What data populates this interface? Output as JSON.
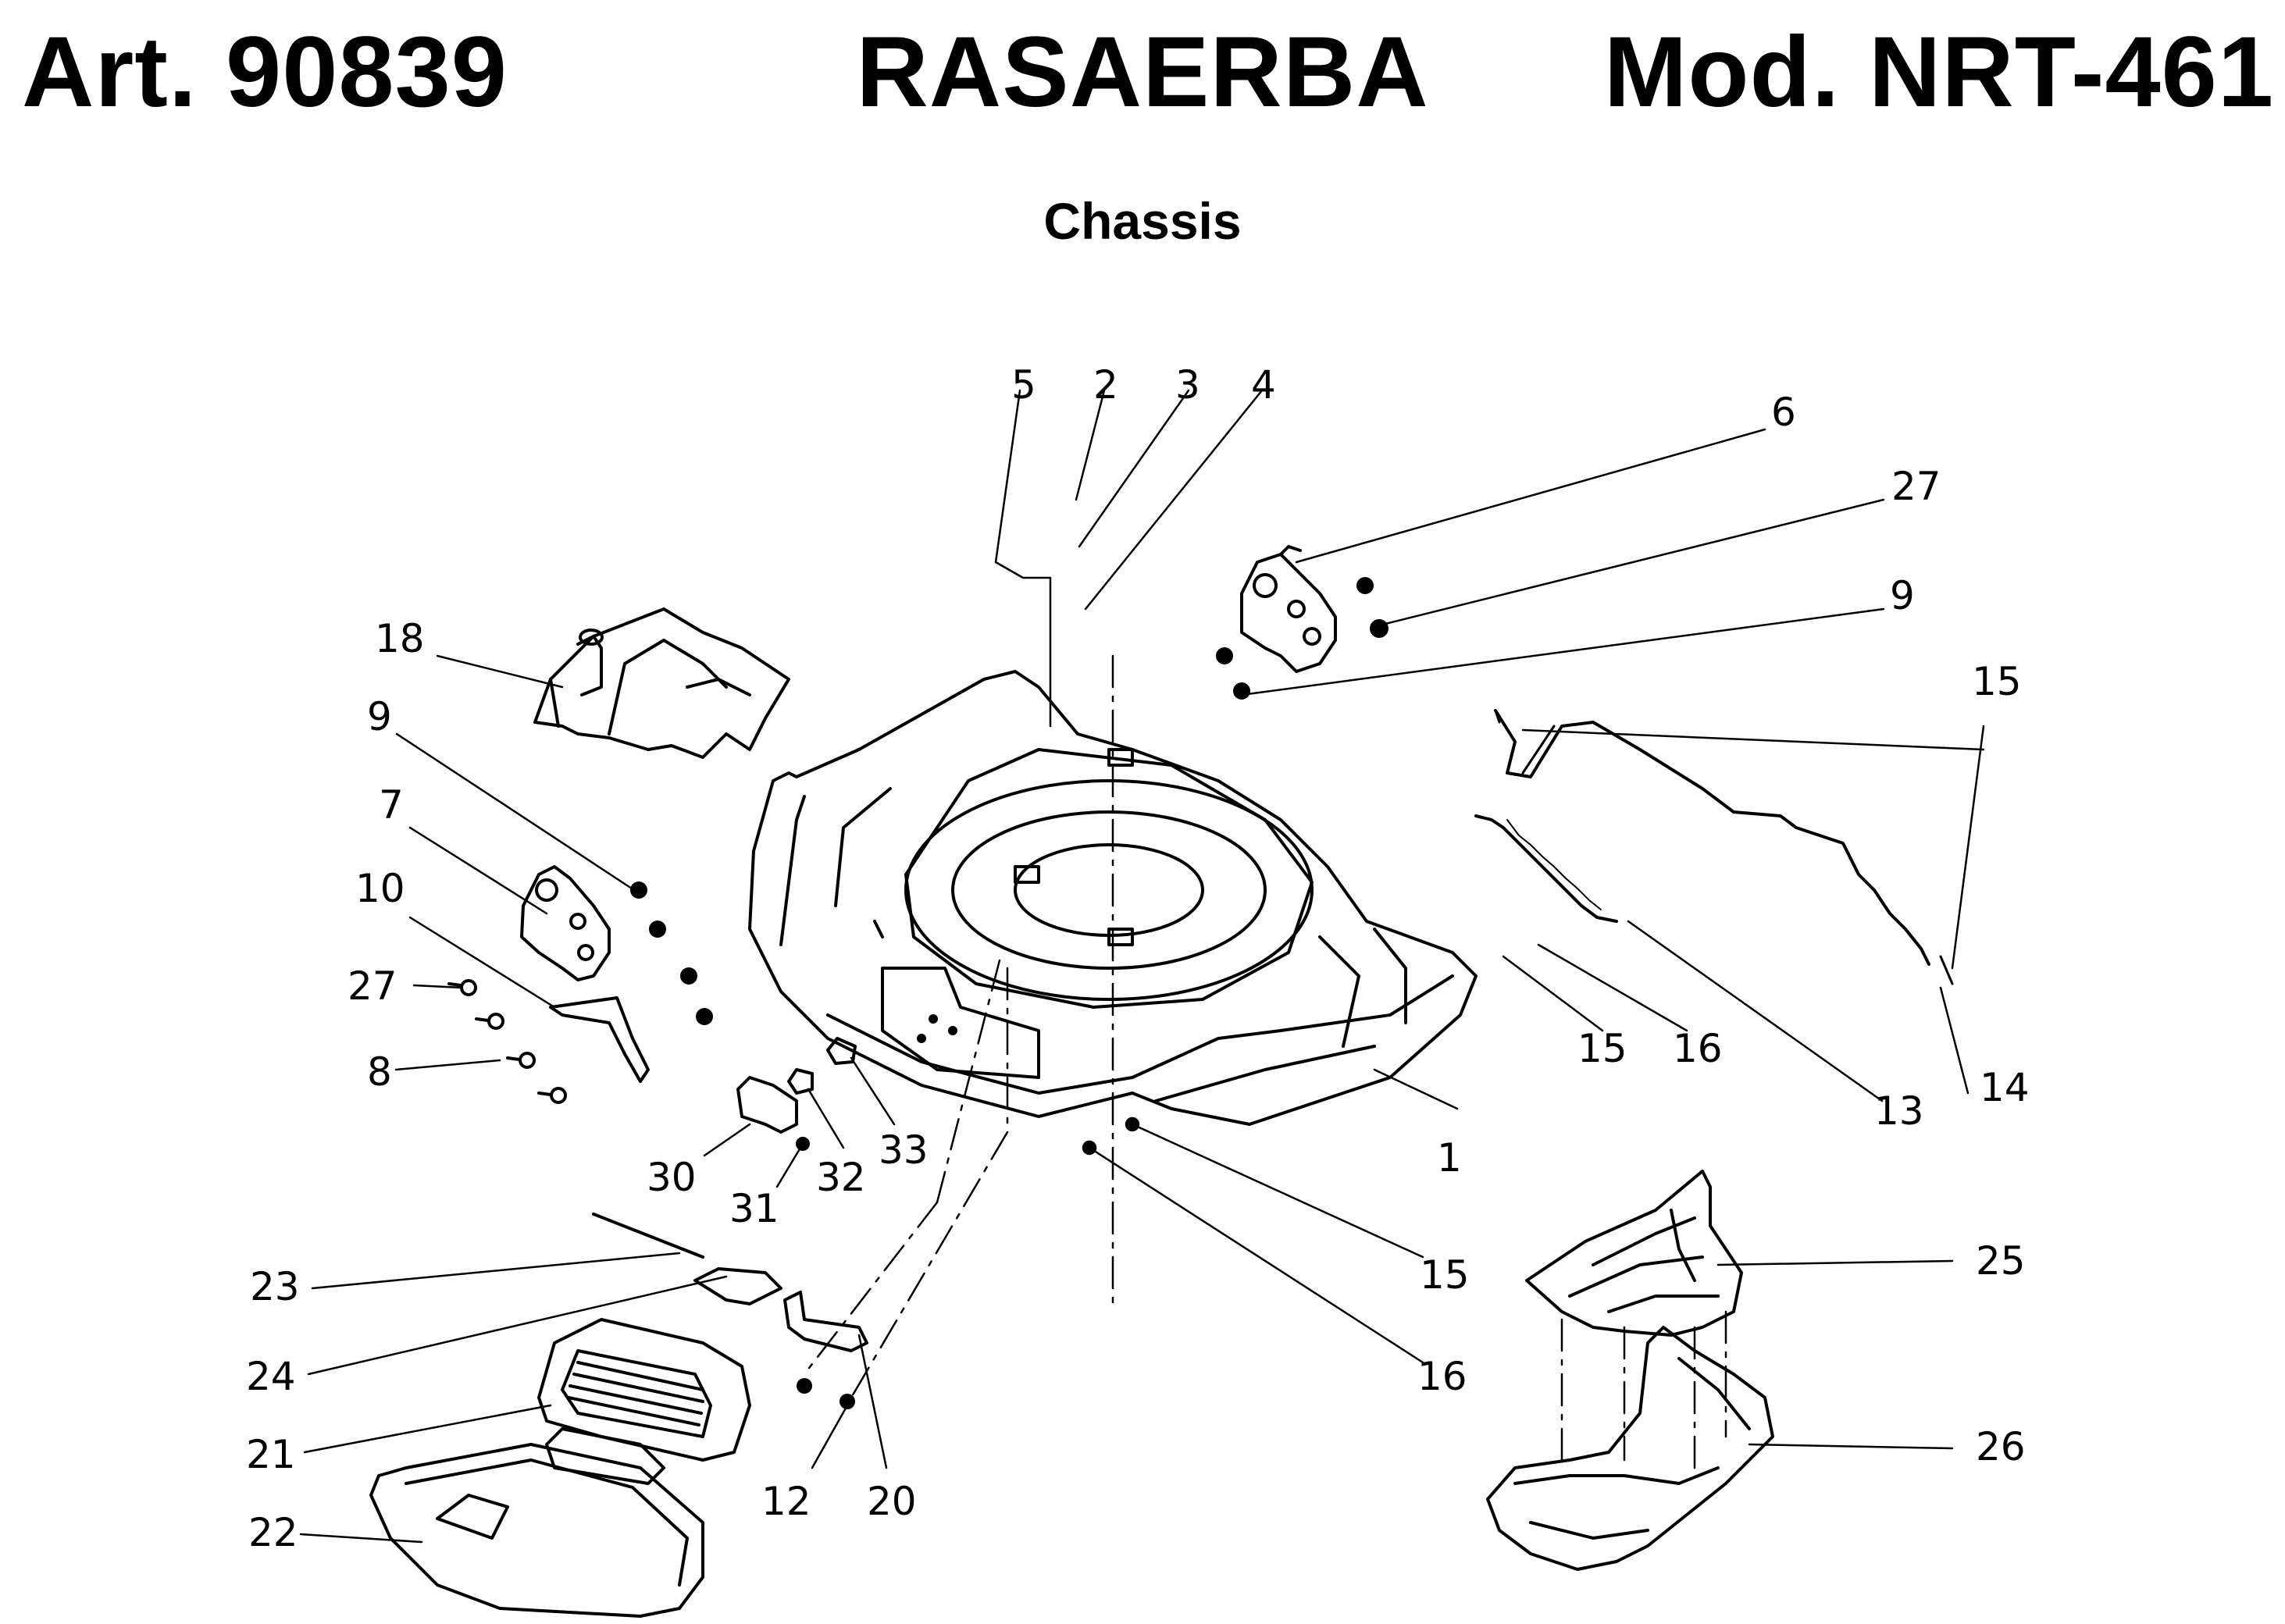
{
  "header": {
    "article": "Art. 90839",
    "product": "RASAERBA",
    "model": "Mod. NRT-461"
  },
  "subtitle": "Chassis",
  "callouts": [
    "1",
    "2",
    "3",
    "4",
    "5",
    "6",
    "27",
    "9",
    "15",
    "18",
    "9",
    "7",
    "10",
    "27",
    "8",
    "15",
    "16",
    "13",
    "14",
    "30",
    "31",
    "32",
    "33",
    "15",
    "16",
    "23",
    "24",
    "21",
    "22",
    "12",
    "20",
    "25",
    "26"
  ],
  "colors": {
    "ink": "#000000",
    "background": "#ffffff"
  }
}
